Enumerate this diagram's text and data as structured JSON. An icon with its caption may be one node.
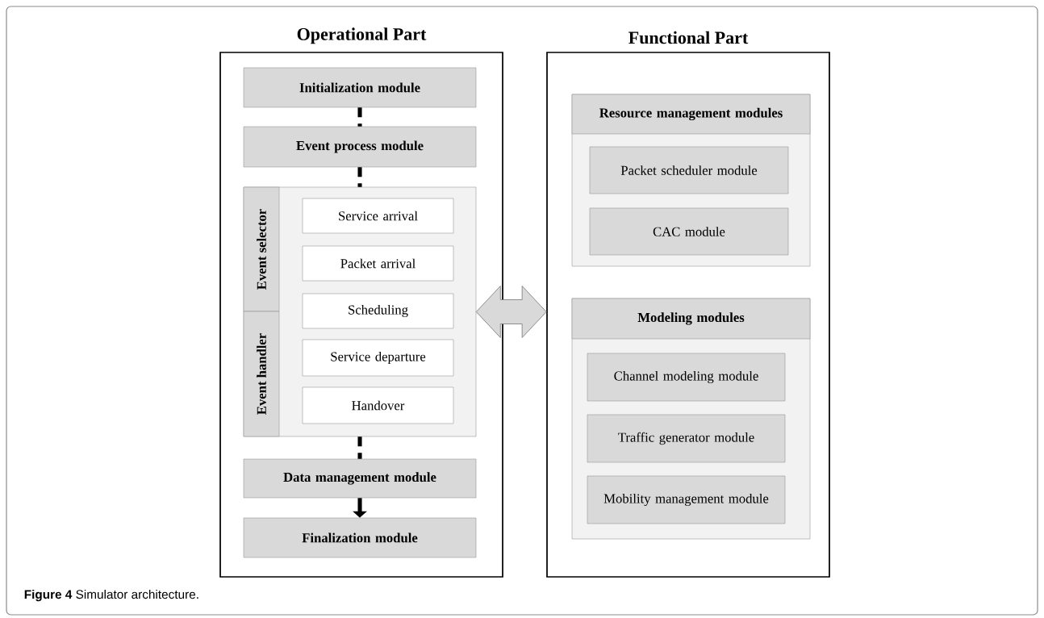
{
  "diagram": {
    "caption": "**Figure 4** Simulator architecture.",
    "nodes": [
      {
        "text": [
          "Operational Part"
        ]
      },
      {
        "text": [
          "Initialization module"
        ],
        "in": 0
      },
      {
        "text": [
          "Event process module"
        ],
        "in": 0
      },
      {
        "text": [],
        "shape": "box",
        "in": 0
      },
      {
        "text": [
          "Event selector"
        ],
        "in": 3
      },
      {
        "text": [
          "Event handler"
        ],
        "in": 3
      },
      {
        "text": [
          "Service arrival"
        ],
        "in": 3
      },
      {
        "text": [
          "Packet arrival"
        ],
        "in": 3
      },
      {
        "text": [
          "Scheduling"
        ],
        "in": 3
      },
      {
        "text": [
          "Service departure"
        ],
        "in": 3
      },
      {
        "text": [
          "Handover"
        ],
        "in": 3
      },
      {
        "text": [
          "Data management module"
        ],
        "in": 0
      },
      {
        "text": [
          "Finalization module"
        ],
        "in": 0
      },
      {
        "text": [
          "Functional Part"
        ]
      },
      {
        "text": [],
        "shape": "box",
        "in": 13
      },
      {
        "text": [
          "Resource management modules"
        ],
        "in": 14
      },
      {
        "text": [
          "Packet scheduler module"
        ],
        "in": 14
      },
      {
        "text": [
          "CAC module"
        ],
        "in": 14
      },
      {
        "text": [],
        "shape": "box",
        "in": 13
      },
      {
        "text": [
          "Modeling modules"
        ],
        "in": 18
      },
      {
        "text": [
          "Channel modeling module"
        ],
        "in": 18
      },
      {
        "text": [
          "Traffic generator module"
        ],
        "in": 18
      },
      {
        "text": [
          "Mobility management module"
        ],
        "in": 18
      }
    ],
    "edges": [
      {
        "from": 1,
        "to": 2,
        "arrow": "none",
        "style": "dashed"
      },
      {
        "from": 2,
        "to": 3,
        "arrow": "none",
        "style": "dashed"
      },
      {
        "from": 3,
        "to": 11,
        "arrow": "none",
        "style": "dashed"
      },
      {
        "from": 11,
        "to": 12,
        "arrow": "to"
      },
      {
        "from": 3,
        "to": 13,
        "arrow": "both",
        "style": "thick",
        "color": "#d9d9d9"
      }
    ]
  }
}
